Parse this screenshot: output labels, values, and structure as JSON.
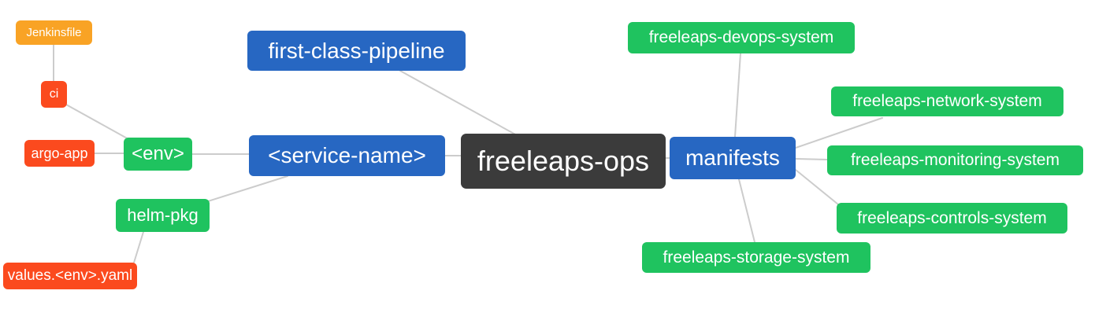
{
  "diagram": {
    "palette": {
      "blue": "#2767C2",
      "green": "#1FC35F",
      "red": "#FB4A1E",
      "orange": "#F9A325",
      "dark": "#3B3B3B",
      "edge": "#CCCCCC",
      "background": "#FFFFFF",
      "text": "#FFFFFF"
    },
    "nodes": [
      {
        "id": "jenkinsfile",
        "label": "Jenkinsfile",
        "color": "orange"
      },
      {
        "id": "ci",
        "label": "ci",
        "color": "red"
      },
      {
        "id": "argo-app",
        "label": "argo-app",
        "color": "red"
      },
      {
        "id": "env",
        "label": "<env>",
        "color": "green"
      },
      {
        "id": "helm-pkg",
        "label": "helm-pkg",
        "color": "green"
      },
      {
        "id": "values-env-yaml",
        "label": "values.<env>.yaml",
        "color": "red"
      },
      {
        "id": "first-class-pipeline",
        "label": "first-class-pipeline",
        "color": "blue"
      },
      {
        "id": "service-name",
        "label": "<service-name>",
        "color": "blue"
      },
      {
        "id": "freeleaps-ops",
        "label": "freeleaps-ops",
        "color": "dark"
      },
      {
        "id": "manifests",
        "label": "manifests",
        "color": "blue"
      },
      {
        "id": "freeleaps-devops-system",
        "label": "freeleaps-devops-system",
        "color": "green"
      },
      {
        "id": "freeleaps-network-system",
        "label": "freeleaps-network-system",
        "color": "green"
      },
      {
        "id": "freeleaps-monitoring-system",
        "label": "freeleaps-monitoring-system",
        "color": "green"
      },
      {
        "id": "freeleaps-controls-system",
        "label": "freeleaps-controls-system",
        "color": "green"
      },
      {
        "id": "freeleaps-storage-system",
        "label": "freeleaps-storage-system",
        "color": "green"
      }
    ],
    "edges": [
      {
        "from": "jenkinsfile",
        "to": "ci"
      },
      {
        "from": "ci",
        "to": "env"
      },
      {
        "from": "argo-app",
        "to": "env"
      },
      {
        "from": "env",
        "to": "service-name"
      },
      {
        "from": "helm-pkg",
        "to": "service-name"
      },
      {
        "from": "values-env-yaml",
        "to": "helm-pkg"
      },
      {
        "from": "first-class-pipeline",
        "to": "freeleaps-ops"
      },
      {
        "from": "service-name",
        "to": "freeleaps-ops"
      },
      {
        "from": "freeleaps-ops",
        "to": "manifests"
      },
      {
        "from": "manifests",
        "to": "freeleaps-devops-system"
      },
      {
        "from": "manifests",
        "to": "freeleaps-network-system"
      },
      {
        "from": "manifests",
        "to": "freeleaps-monitoring-system"
      },
      {
        "from": "manifests",
        "to": "freeleaps-controls-system"
      },
      {
        "from": "manifests",
        "to": "freeleaps-storage-system"
      }
    ]
  }
}
